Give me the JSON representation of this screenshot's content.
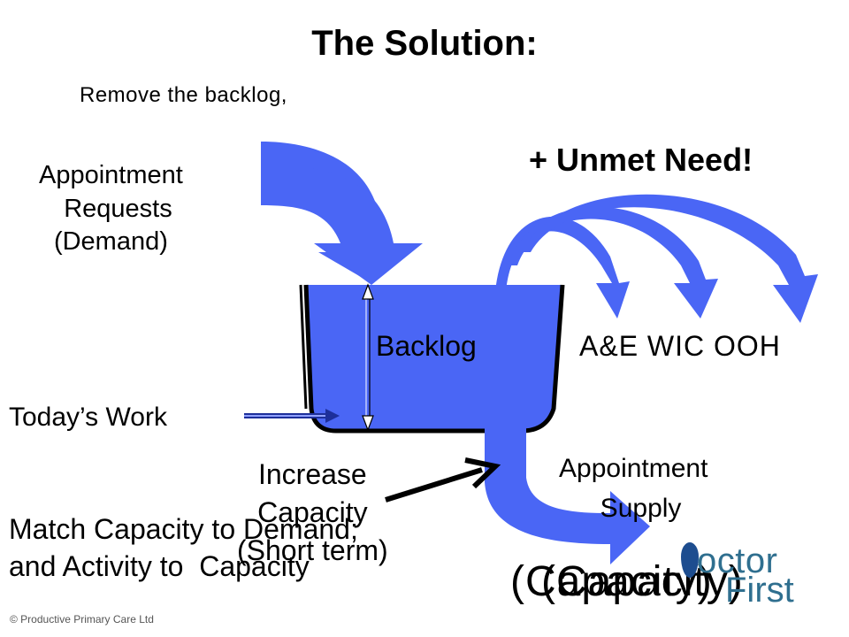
{
  "title": "The Solution:",
  "subtitle": "Remove the backlog,",
  "unmet_need": "+ Unmet Need!",
  "demand_label": "Appointment\n  Requests\n(Demand)",
  "backlog_label": "Backlog",
  "outlets_label": "A&E WIC OOH",
  "todays_work_label": "Today’s Work",
  "increase_capacity_label": "Increase\nCapacity\n(Short term)",
  "supply_label": "Appointment\n  Supply",
  "capacity_label": "(Capacity)",
  "capacity_overlap_label": "(Capacity)",
  "match_label": "Match Capacity to Demand;\nand Activity to  Capacity",
  "logo_line1": "octor",
  "logo_line2": "First",
  "footer": "© Productive Primary Care Ltd",
  "colors": {
    "flow_blue": "#4A66F5",
    "logo_blue": "#2F6F8F",
    "outline": "#000000"
  }
}
